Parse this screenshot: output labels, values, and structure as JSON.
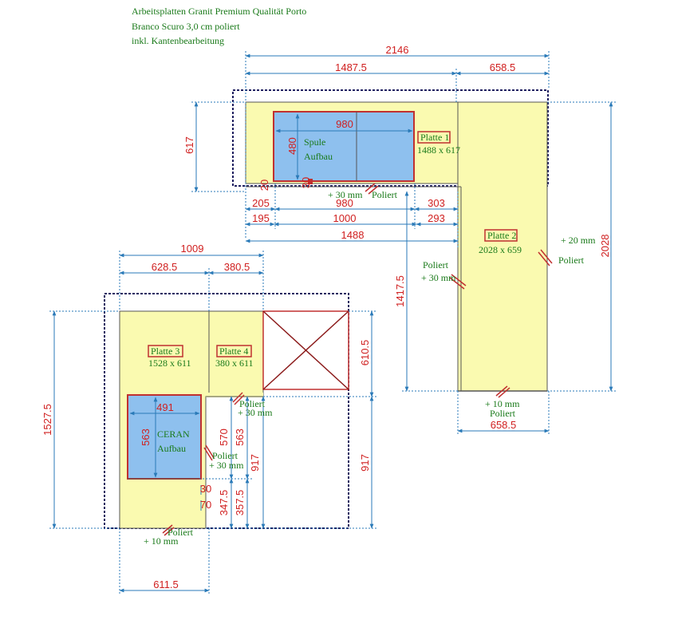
{
  "header": {
    "line1": "Arbeitsplatten Granit Premium Qualität Porto",
    "line2": "Branco Scuro 3,0 cm poliert",
    "line3": "inkl. Kantenbearbeitung"
  },
  "plates": {
    "p1": {
      "label": "Platte 1",
      "size": "1488 x 617"
    },
    "p2": {
      "label": "Platte 2",
      "size": "2028 x 659"
    },
    "p3": {
      "label": "Platte 3",
      "size": "1528 x 611"
    },
    "p4": {
      "label": "Platte 4",
      "size": "380 x 611"
    }
  },
  "cutouts": {
    "sink": {
      "line1": "Spule",
      "line2": "Aufbau",
      "w": "980",
      "h": "480"
    },
    "hob": {
      "line1": "CERAN",
      "line2": "Aufbau",
      "w": "491",
      "h": "563"
    }
  },
  "dims": {
    "d2146": "2146",
    "d1487_5": "1487.5",
    "d658_5a": "658.5",
    "d617": "617",
    "d2028": "2028",
    "d205": "205",
    "d980b": "980",
    "d303": "303",
    "d195": "195",
    "d1000": "1000",
    "d293": "293",
    "d1488": "1488",
    "d1417_5": "1417.5",
    "d658_5b": "658.5",
    "d1009": "1009",
    "d628_5": "628.5",
    "d380_5": "380.5",
    "d1527_5": "1527.5",
    "d610_5": "610.5",
    "d917a": "917",
    "d570": "570",
    "d563b": "563",
    "d917b": "917",
    "d347_5": "347.5",
    "d357_5": "357.5",
    "d30a": "30",
    "d70": "70",
    "d611_5": "611.5",
    "d20": "20",
    "d30b": "30"
  },
  "notes": {
    "n1a": "+ 30 mm",
    "n1b": "Poliert",
    "n2a": "+ 20 mm",
    "n2b": "Poliert",
    "n3a": "Poliert",
    "n3b": "+ 30 mm",
    "n4a": "+ 10 mm",
    "n4b": "Poliert",
    "n5a": "Poliert",
    "n5b": "+ 30 mm",
    "n6a": "Poliert",
    "n6b": "+ 30 mm",
    "n7a": "Poliert",
    "n7b": "+ 10 mm"
  },
  "colors": {
    "worktop": "#fafab0",
    "cutout": "#8ec0ee",
    "dimension": "#2a7ab8",
    "label_text": "#1a7a1a",
    "dim_text": "#d02020",
    "outline": "#202060"
  }
}
